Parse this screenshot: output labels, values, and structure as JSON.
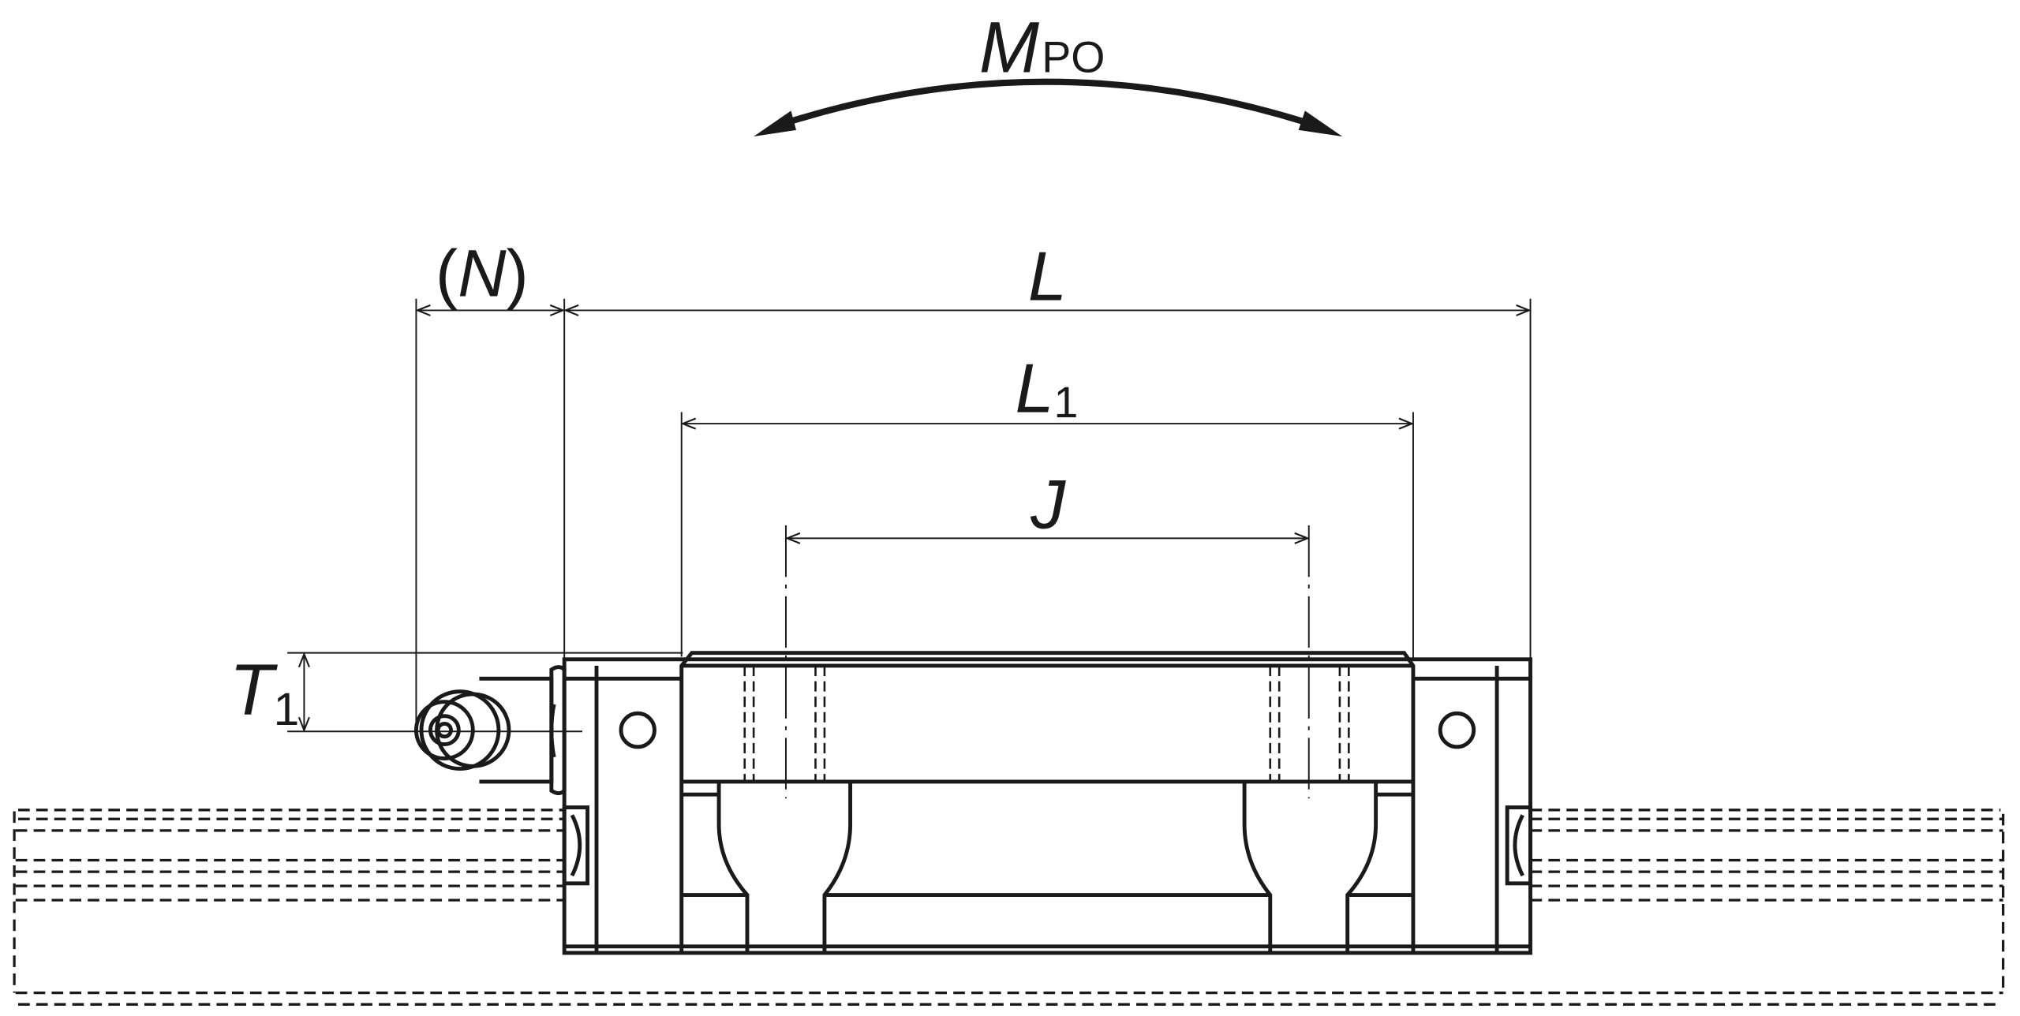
{
  "labels": {
    "moment": {
      "main": "M",
      "sub": "PO"
    },
    "n_dim": {
      "open": "(",
      "main": "N",
      "close": ")"
    },
    "l_dim": {
      "main": "L"
    },
    "l1_dim": {
      "main": "L",
      "sub": "1"
    },
    "j_dim": {
      "main": "J"
    },
    "t1_dim": {
      "main": "T",
      "sub": "1"
    }
  },
  "colors": {
    "ink": "#1a1a1a",
    "background": "#ffffff"
  }
}
